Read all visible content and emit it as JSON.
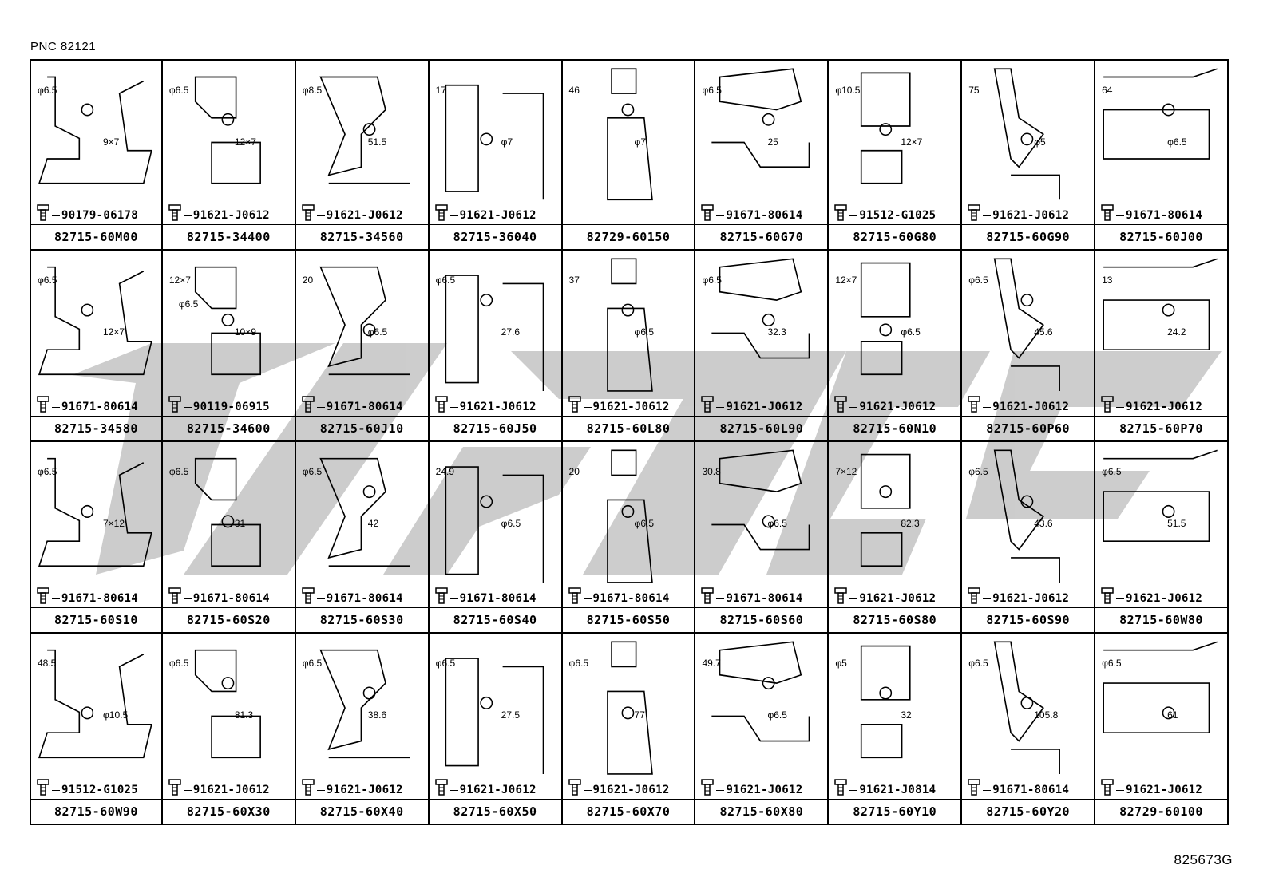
{
  "header": {
    "pnc": "PNC 82121"
  },
  "footer": {
    "drawing_code": "825673G"
  },
  "cells": [
    {
      "part": "82715-60M00",
      "bolt": "90179-06178",
      "dims": [
        "φ6.5",
        "9×7"
      ]
    },
    {
      "part": "82715-34400",
      "bolt": "91621-J0612",
      "dims": [
        "φ6.5",
        "12×7"
      ]
    },
    {
      "part": "82715-34560",
      "bolt": "91621-J0612",
      "dims": [
        "φ8.5",
        "51.5"
      ]
    },
    {
      "part": "82715-36040",
      "bolt": "91621-J0612",
      "dims": [
        "17",
        "φ7"
      ]
    },
    {
      "part": "82729-60150",
      "bolt": "",
      "dims": [
        "46",
        "φ7"
      ]
    },
    {
      "part": "82715-60G70",
      "bolt": "91671-80614",
      "dims": [
        "φ6.5",
        "25"
      ]
    },
    {
      "part": "82715-60G80",
      "bolt": "91512-G1025",
      "dims": [
        "φ10.5",
        "12×7"
      ]
    },
    {
      "part": "82715-60G90",
      "bolt": "91621-J0612",
      "dims": [
        "75",
        "φ5"
      ]
    },
    {
      "part": "82715-60J00",
      "bolt": "91671-80614",
      "dims": [
        "64",
        "φ6.5"
      ]
    },
    {
      "part": "82715-34580",
      "bolt": "91671-80614",
      "dims": [
        "φ6.5",
        "12×7"
      ]
    },
    {
      "part": "82715-34600",
      "bolt": "90119-06915",
      "dims": [
        "12×7",
        "10×9",
        "φ6.5"
      ]
    },
    {
      "part": "82715-60J10",
      "bolt": "91671-80614",
      "dims": [
        "20",
        "φ6.5"
      ]
    },
    {
      "part": "82715-60J50",
      "bolt": "91621-J0612",
      "dims": [
        "φ6.5",
        "27.6"
      ]
    },
    {
      "part": "82715-60L80",
      "bolt": "91621-J0612",
      "dims": [
        "37",
        "φ6.5"
      ]
    },
    {
      "part": "82715-60L90",
      "bolt": "91621-J0612",
      "dims": [
        "φ6.5",
        "32.3"
      ]
    },
    {
      "part": "82715-60N10",
      "bolt": "91621-J0612",
      "dims": [
        "12×7",
        "φ6.5"
      ]
    },
    {
      "part": "82715-60P60",
      "bolt": "91621-J0612",
      "dims": [
        "φ6.5",
        "45.6"
      ]
    },
    {
      "part": "82715-60P70",
      "bolt": "91621-J0612",
      "dims": [
        "13",
        "24.2"
      ]
    },
    {
      "part": "82715-60S10",
      "bolt": "91671-80614",
      "dims": [
        "φ6.5",
        "7×12"
      ]
    },
    {
      "part": "82715-60S20",
      "bolt": "91671-80614",
      "dims": [
        "φ6.5",
        "31"
      ]
    },
    {
      "part": "82715-60S30",
      "bolt": "91671-80614",
      "dims": [
        "φ6.5",
        "42"
      ]
    },
    {
      "part": "82715-60S40",
      "bolt": "91671-80614",
      "dims": [
        "24.9",
        "φ6.5"
      ]
    },
    {
      "part": "82715-60S50",
      "bolt": "91671-80614",
      "dims": [
        "20",
        "φ6.5"
      ]
    },
    {
      "part": "82715-60S60",
      "bolt": "91671-80614",
      "dims": [
        "30.8",
        "φ6.5"
      ]
    },
    {
      "part": "82715-60S80",
      "bolt": "91621-J0612",
      "dims": [
        "7×12",
        "82.3"
      ]
    },
    {
      "part": "82715-60S90",
      "bolt": "91621-J0612",
      "dims": [
        "φ6.5",
        "43.6"
      ]
    },
    {
      "part": "82715-60W80",
      "bolt": "91621-J0612",
      "dims": [
        "φ6.5",
        "51.5"
      ]
    },
    {
      "part": "82715-60W90",
      "bolt": "91512-G1025",
      "dims": [
        "48.5",
        "φ10.5"
      ]
    },
    {
      "part": "82715-60X30",
      "bolt": "91621-J0612",
      "dims": [
        "φ6.5",
        "81.3"
      ]
    },
    {
      "part": "82715-60X40",
      "bolt": "91621-J0612",
      "dims": [
        "φ6.5",
        "38.6"
      ]
    },
    {
      "part": "82715-60X50",
      "bolt": "91621-J0612",
      "dims": [
        "φ6.5",
        "27.5"
      ]
    },
    {
      "part": "82715-60X70",
      "bolt": "91621-J0612",
      "dims": [
        "φ6.5",
        "77"
      ]
    },
    {
      "part": "82715-60X80",
      "bolt": "91621-J0612",
      "dims": [
        "49.7",
        "φ6.5"
      ]
    },
    {
      "part": "82715-60Y10",
      "bolt": "91621-J0814",
      "dims": [
        "φ5",
        "32"
      ]
    },
    {
      "part": "82715-60Y20",
      "bolt": "91671-80614",
      "dims": [
        "φ6.5",
        "105.8"
      ]
    },
    {
      "part": "82729-60100",
      "bolt": "91621-J0612",
      "dims": [
        "φ6.5",
        "61"
      ]
    }
  ]
}
